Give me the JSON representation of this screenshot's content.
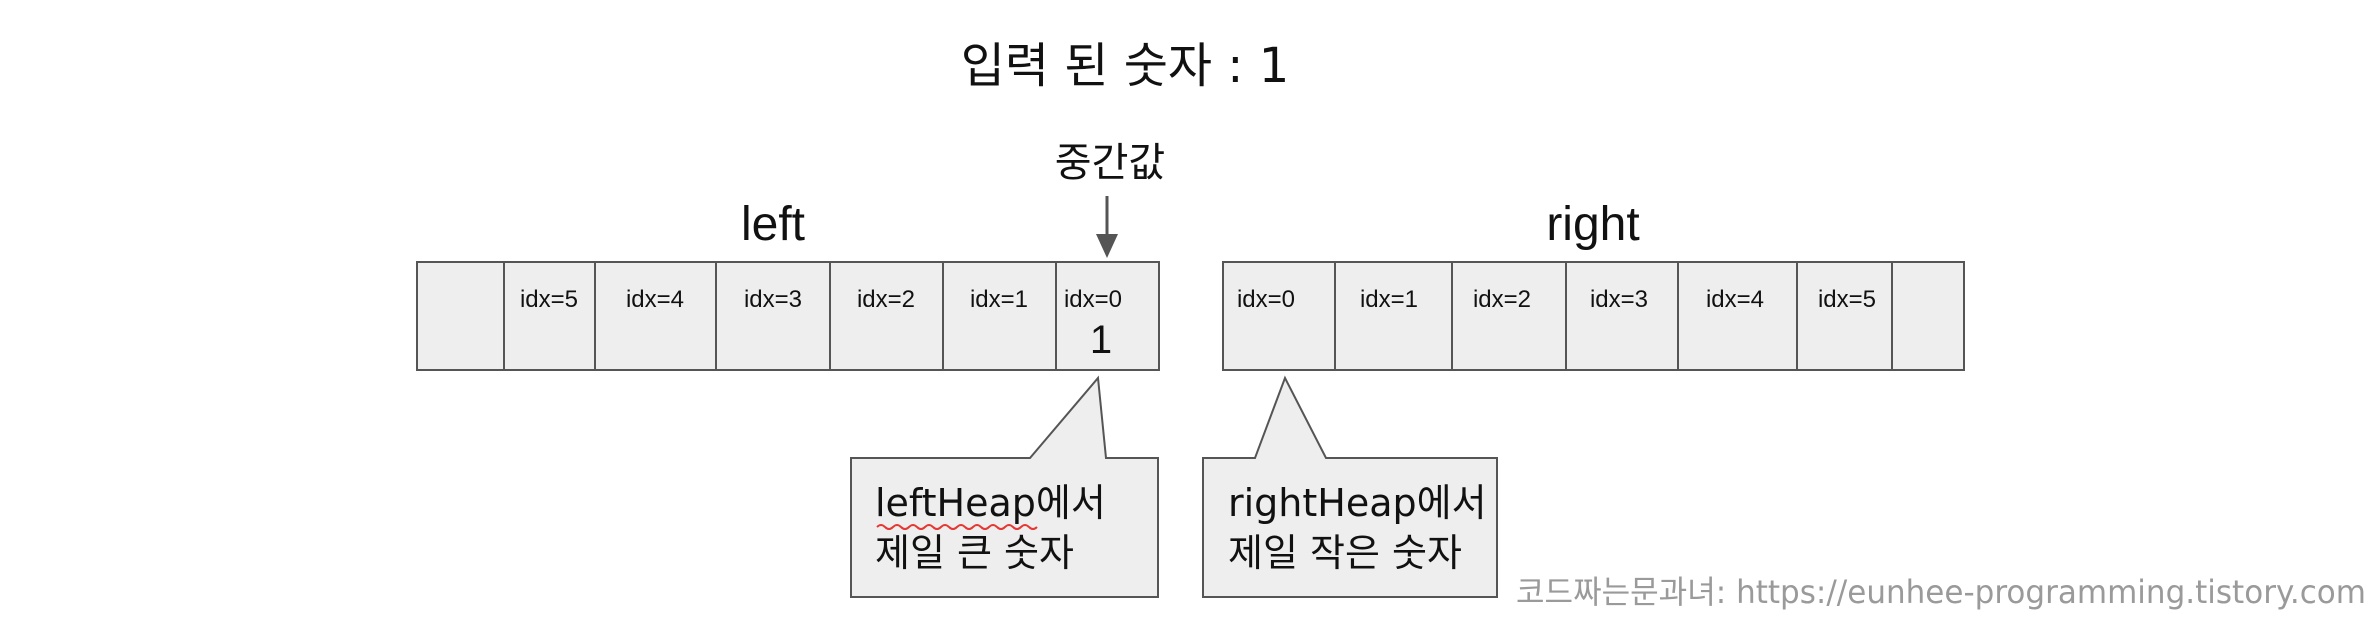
{
  "title": "입력 된 숫자 : 1",
  "median_label": "중간값",
  "left": {
    "heading": "left",
    "cells": [
      "",
      "idx=5",
      "idx=4",
      "idx=3",
      "idx=2",
      "idx=1",
      "idx=0"
    ],
    "value_at_idx0": "1"
  },
  "right": {
    "heading": "right",
    "cells": [
      "idx=0",
      "idx=1",
      "idx=2",
      "idx=3",
      "idx=4",
      "idx=5",
      ""
    ]
  },
  "callouts": {
    "left": {
      "line1": "leftHeap에서",
      "line2": "제일 큰 숫자"
    },
    "right": {
      "line1": "rightHeap에서",
      "line2": "제일 작은 숫자"
    }
  },
  "watermark": "코드짜는문과녀: https://eunhee-programming.tistory.com",
  "colors": {
    "cell_fill": "#eeeeee",
    "cell_stroke": "#555555",
    "arrow": "#555555",
    "watermark": "#9a9a9a",
    "spellcheck_underline": "#e53935"
  }
}
